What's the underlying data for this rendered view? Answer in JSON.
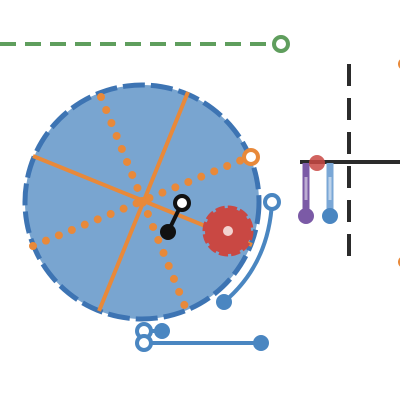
{
  "colors": {
    "background": "#ffffff",
    "wheel_fill": "#79a5d0",
    "wheel_rim": "#3d74b3",
    "spoke": "#e8893a",
    "goal_line": "#5f9e5d",
    "barrier": "#2b2b2b",
    "cursor_black": "#111111",
    "target_red": "#c94843",
    "arm_blue": "#4a86c1",
    "link_purple": "#7b5aa6",
    "link_light_blue": "#7aa7d6"
  },
  "icons": {
    "wheel": "spoked-wheel-icon",
    "goal": "goal-ring-icon",
    "target": "red-gear-icon",
    "pivot": "hinge-ring-icon"
  },
  "game": {
    "objects": [
      "spoked-wheel",
      "red-gear-target",
      "black-pin-cursor",
      "blue-crank-arm",
      "linkage-pair",
      "goal-line",
      "barrier-wall"
    ]
  }
}
